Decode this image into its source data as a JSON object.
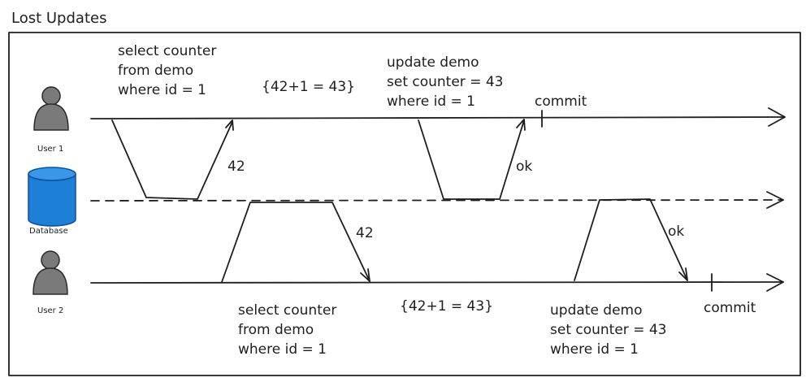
{
  "title": "Lost Updates",
  "actors": {
    "user1": "User 1",
    "user2": "User 2",
    "database": "Database"
  },
  "user1": {
    "select_query": [
      "select counter",
      "from demo",
      "where id = 1"
    ],
    "computation": "{42+1 = 43}",
    "update_query": [
      "update demo",
      "set counter = 43",
      "where id = 1"
    ],
    "commit": "commit",
    "read_result": "42",
    "update_ack": "ok"
  },
  "user2": {
    "select_query": [
      "select counter",
      "from demo",
      "where id = 1"
    ],
    "computation": "{42+1 = 43}",
    "update_query": [
      "update demo",
      "set counter = 43",
      "where id = 1"
    ],
    "commit": "commit",
    "read_result": "42",
    "update_ack": "ok"
  },
  "colors": {
    "user_icon": "#7a7a7a",
    "database_fill": "#1e7fd6",
    "database_stroke": "#0b4f9a",
    "line": "#1e1e1e"
  }
}
